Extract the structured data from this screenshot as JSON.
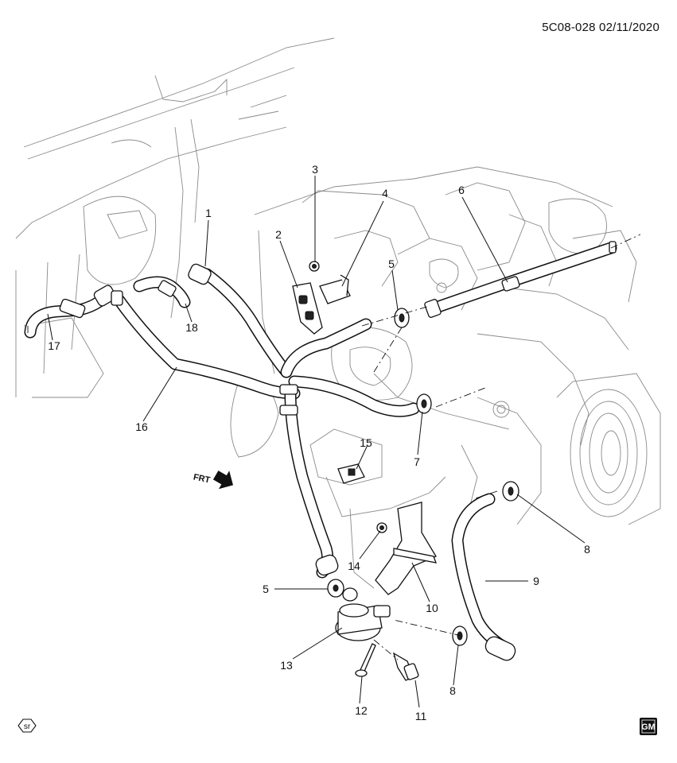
{
  "header": {
    "doc_id": "5C08-028 02/11/2020"
  },
  "callouts": {
    "c1": "1",
    "c2": "2",
    "c3": "3",
    "c4": "4",
    "c5a": "5",
    "c5b": "5",
    "c6": "6",
    "c7": "7",
    "c8a": "8",
    "c8b": "8",
    "c9": "9",
    "c10": "10",
    "c11": "11",
    "c12": "12",
    "c13": "13",
    "c14": "14",
    "c15": "15",
    "c16": "16",
    "c17": "17",
    "c18": "18"
  },
  "frt_label": "FRT",
  "sr_badge": "sr",
  "gm_logo": "GM"
}
